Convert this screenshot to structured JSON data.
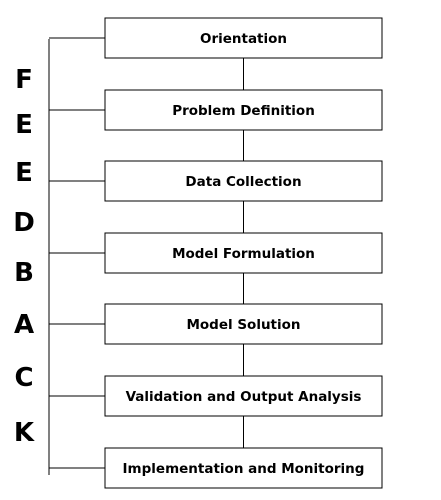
{
  "stages": [
    {
      "label": "Orientation"
    },
    {
      "label": "Problem Definition"
    },
    {
      "label": "Data Collection"
    },
    {
      "label": "Model Formulation"
    },
    {
      "label": "Model Solution"
    },
    {
      "label": "Validation and Output Analysis"
    },
    {
      "label": "Implementation and Monitoring"
    }
  ],
  "feedback_letters": [
    "F",
    "E",
    "E",
    "D",
    "B",
    "A",
    "C",
    "K"
  ],
  "colors": {
    "stroke": "#000000",
    "box_fill": "#ffffff",
    "text": "#000000"
  }
}
